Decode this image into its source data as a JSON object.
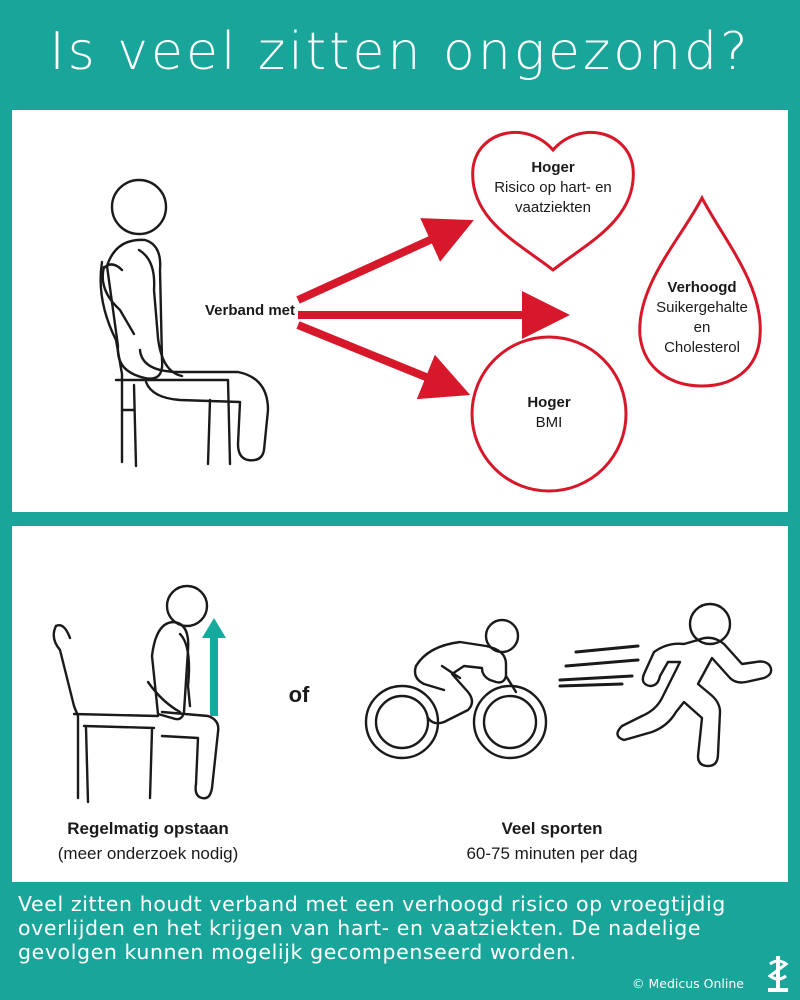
{
  "title": "Is veel zitten ongezond?",
  "colors": {
    "background": "#1aa59a",
    "risk": "#d7182a",
    "action": "#16a99d",
    "panel": "#ffffff"
  },
  "top_panel": {
    "center_label": "Verband met",
    "heart": {
      "heading": "Hoger",
      "line1": "Risico op hart- en",
      "line2": "vaatziekten"
    },
    "drop": {
      "heading": "Verhoogd",
      "line1": "Suikergehalte",
      "line2": "en",
      "line3": "Cholesterol"
    },
    "circle": {
      "heading": "Hoger",
      "line1": "BMI"
    }
  },
  "bottom_panel": {
    "or_label": "of",
    "left": {
      "heading": "Regelmatig opstaan",
      "sub": "(meer onderzoek nodig)"
    },
    "right": {
      "heading": "Veel sporten",
      "sub": "60-75 minuten per dag"
    }
  },
  "footer": {
    "text": "Veel zitten houdt verband met een verhoogd risico op vroegtijdig overlijden en het krijgen van hart- en vaatziekten. De nadelige gevolgen kunnen mogelijk gecompenseerd worden.",
    "copyright": "© Medicus Online"
  },
  "icons": [
    "seated-person-icon",
    "heart-icon",
    "blood-drop-icon",
    "circle-icon",
    "standing-up-person-icon",
    "up-arrow-icon",
    "cyclist-icon",
    "runner-icon",
    "medicus-logo-icon"
  ]
}
